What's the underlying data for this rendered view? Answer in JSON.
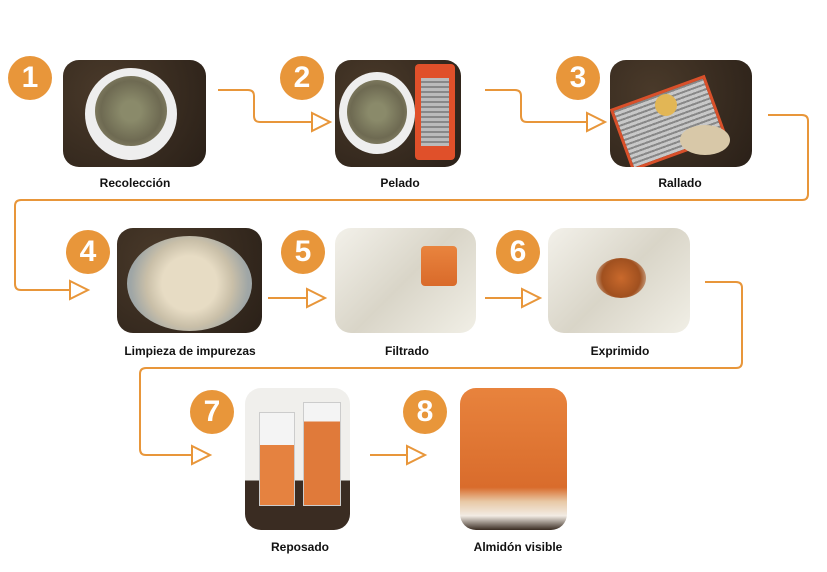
{
  "title": "Proceso de extracción de almidón",
  "accent_color": "#E8963A",
  "steps": [
    {
      "number": "1",
      "label": "Recolección"
    },
    {
      "number": "2",
      "label": "Pelado"
    },
    {
      "number": "3",
      "label": "Rallado"
    },
    {
      "number": "4",
      "label": "Limpieza de impurezas"
    },
    {
      "number": "5",
      "label": "Filtrado"
    },
    {
      "number": "6",
      "label": "Exprimido"
    },
    {
      "number": "7",
      "label": "Reposado"
    },
    {
      "number": "8",
      "label": "Almidón visible"
    }
  ]
}
